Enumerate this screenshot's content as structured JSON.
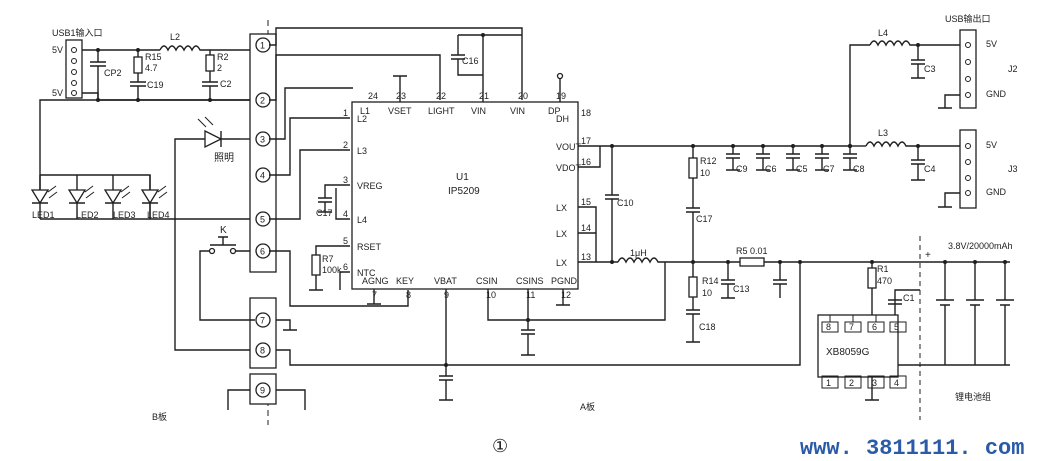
{
  "labels": {
    "usb_in": "USB1输入口",
    "usb_out": "USB输出口",
    "v5a": "5V",
    "v5b": "5V",
    "j2_5v": "5V",
    "j2_gnd": "GND",
    "j2": "J2",
    "j3_5v": "5V",
    "j3_gnd": "GND",
    "j3": "J3",
    "cp2": "CP2",
    "r15": "R15",
    "r15v": "4.7",
    "c19": "C19",
    "l2": "L2",
    "r2": "R2",
    "r2v": "2",
    "c2": "C2",
    "l4": "L4",
    "c3": "C3",
    "l3": "L3",
    "c4": "C4",
    "c16": "C16",
    "led1": "LED1",
    "led2": "LED2",
    "led3": "LED3",
    "led4": "LED4",
    "light": "照明",
    "k": "K",
    "c17": "C17",
    "r7": "R7",
    "r7v": "100k",
    "ic_name": "U1",
    "ic_part": "IP5209",
    "c10": "C10",
    "r12": "R12",
    "r12v": "10",
    "c17b": "C17",
    "c9": "C9",
    "c6": "C6",
    "c5": "C5",
    "c7": "C7",
    "c8": "C8",
    "inductor": "1μH",
    "r5": "R5 0.01",
    "r14": "R14",
    "r14v": "10",
    "c13": "C13",
    "c18": "C18",
    "r1": "R1",
    "r1v": "470",
    "c1": "C1",
    "xb": "XB8059G",
    "battery": "3.8V/20000mAh",
    "plus": "+",
    "minus": "-",
    "battery_group": "锂电池组",
    "board_b": "B板",
    "board_a": "A板",
    "fig_no": "①",
    "site": "www. 3811111. com"
  },
  "connector_pins": [
    "1",
    "2",
    "3",
    "4",
    "5",
    "6",
    "7",
    "8",
    "9"
  ],
  "ic_pins": {
    "top": [
      {
        "num": "24",
        "name": "L1"
      },
      {
        "num": "23",
        "name": "VSET"
      },
      {
        "num": "22",
        "name": "LIGHT"
      },
      {
        "num": "21",
        "name": "VIN"
      },
      {
        "num": "20",
        "name": "VIN"
      },
      {
        "num": "19",
        "name": "DP"
      }
    ],
    "left": [
      {
        "num": "1",
        "name": "L2"
      },
      {
        "num": "2",
        "name": "L3"
      },
      {
        "num": "3",
        "name": "VREG"
      },
      {
        "num": "4",
        "name": "L4"
      },
      {
        "num": "5",
        "name": "RSET"
      },
      {
        "num": "6",
        "name": "NTC"
      }
    ],
    "bottom": [
      {
        "num": "7",
        "name": "AGNG"
      },
      {
        "num": "8",
        "name": "KEY"
      },
      {
        "num": "9",
        "name": "VBAT"
      },
      {
        "num": "10",
        "name": "CSIN"
      },
      {
        "num": "11",
        "name": "CSINS"
      },
      {
        "num": "12",
        "name": "PGND"
      }
    ],
    "right": [
      {
        "num": "18",
        "name": "DH"
      },
      {
        "num": "17",
        "name": "VOUT"
      },
      {
        "num": "16",
        "name": "VDOT"
      },
      {
        "num": "15",
        "name": "LX"
      },
      {
        "num": "14",
        "name": "LX"
      },
      {
        "num": "13",
        "name": "LX"
      }
    ]
  },
  "xb_pins": [
    "8",
    "7",
    "6",
    "5",
    "1",
    "2",
    "3",
    "4"
  ]
}
